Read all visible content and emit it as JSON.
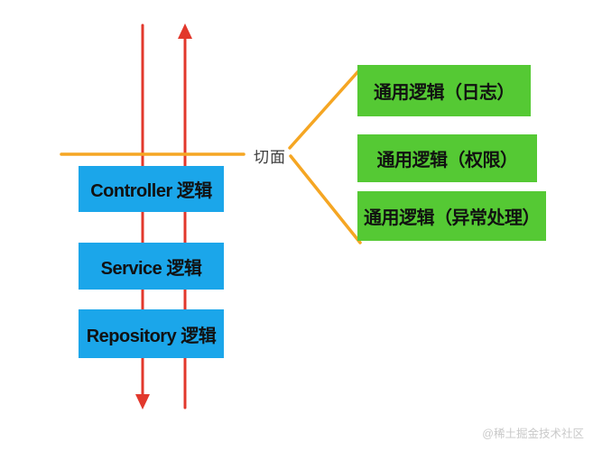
{
  "diagram": {
    "aspect_label": "切面",
    "layers": [
      {
        "label": "Controller 逻辑"
      },
      {
        "label": "Service 逻辑"
      },
      {
        "label": "Repository 逻辑"
      }
    ],
    "aspects": [
      {
        "label": "通用逻辑（日志）"
      },
      {
        "label": "通用逻辑（权限）"
      },
      {
        "label": "通用逻辑（异常处理）"
      }
    ],
    "watermark": "@稀土掘金技术社区",
    "colors": {
      "background": "#FFFFFF",
      "layer_box": "#1BA6EA",
      "aspect_box": "#55C934",
      "flow_line": "#E2382C",
      "aspect_line": "#F5A623",
      "box_text": "#111111",
      "label_text": "#3D3D3D",
      "watermark_text": "#C9C9C9"
    }
  }
}
